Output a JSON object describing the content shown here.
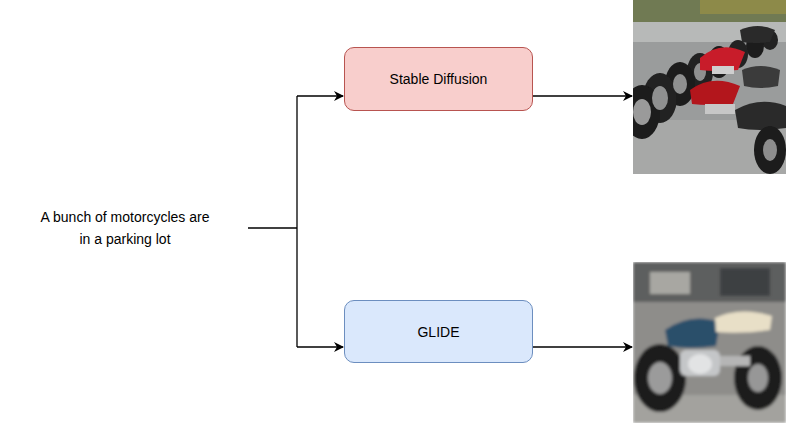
{
  "diagram": {
    "nodes": [
      {
        "text": [
          "Stable Diffusion"
        ]
      },
      {
        "text": [
          "GLIDE"
        ]
      }
    ],
    "labels": [
      "A bunch of motorcycles are in a parking lot"
    ]
  }
}
